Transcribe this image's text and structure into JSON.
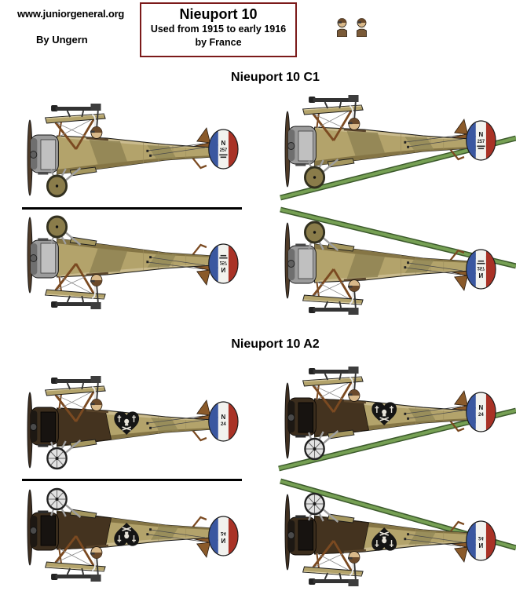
{
  "header": {
    "site": "www.juniorgeneral.org",
    "author": "By Ungern",
    "title_box": {
      "title": "Nieuport 10",
      "subtitle": "Used from 1915 to early 1916",
      "nation": "by France",
      "border_color": "#7b1a1a"
    }
  },
  "figures": {
    "pilot_busts": 2
  },
  "sections": [
    {
      "id": "c1",
      "label": "Nieuport 10 C1",
      "tail_letter": "N",
      "tail_number": "257",
      "copies": [
        "left-upright",
        "left-flipped",
        "right-upright",
        "right-flipped"
      ]
    },
    {
      "id": "a2",
      "label": "Nieuport 10 A2",
      "tail_letter": "N",
      "tail_number": "24",
      "copies": [
        "left-upright",
        "left-flipped",
        "right-upright",
        "right-flipped"
      ]
    }
  ],
  "colors": {
    "fuselage_tan": "#b3a36b",
    "fuselage_highlight": "#cabb8e",
    "fuselage_shadow": "#857545",
    "camo_olive": "#8f8454",
    "cowl_gray": "#9b9b9b",
    "a2_dark_brown": "#3b2d1d",
    "strut_brown": "#7b4a21",
    "roundel_blue": "#3a57a0",
    "roundel_white": "#f2f2ee",
    "roundel_red": "#a93226",
    "stand_green": "#76a054",
    "stand_green_dark": "#3c5a2c",
    "divider_black": "#000000"
  }
}
